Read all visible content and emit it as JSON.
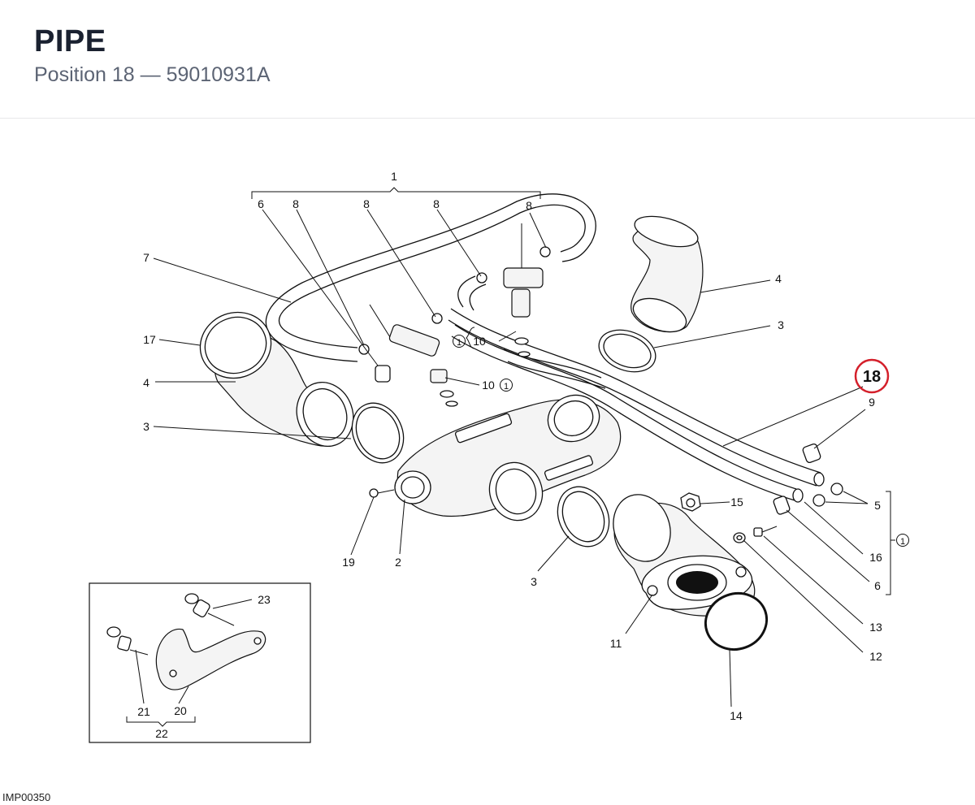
{
  "header": {
    "title": "PIPE",
    "subtitle": "Position 18 — 59010931A"
  },
  "highlight": "18",
  "footer_code": "IMP00350",
  "ref_symbol": "1",
  "callouts": {
    "c1": "1",
    "c6a": "6",
    "c8a": "8",
    "c8b": "8",
    "c8c": "8",
    "c8d": "8",
    "c7": "7",
    "c17": "17",
    "c4a": "4",
    "c3a": "3",
    "c4b": "4",
    "c3b": "3",
    "c10a": "10",
    "c10b": "10",
    "c9": "9",
    "c5": "5",
    "c15": "15",
    "c16": "16",
    "c6b": "6",
    "c13": "13",
    "c12": "12",
    "c11": "11",
    "c14": "14",
    "c3c": "3",
    "c19": "19",
    "c2": "2",
    "c23": "23",
    "c21": "21",
    "c20": "20",
    "c22": "22"
  }
}
